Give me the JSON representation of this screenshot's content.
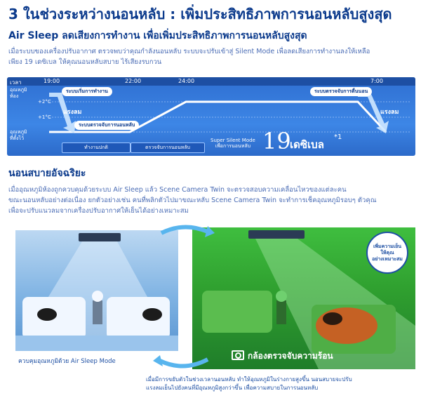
{
  "header": {
    "title": "3 ในช่วงระหว่างนอนหลับ : เพิ่มประสิทธิภาพการนอนหลับสูงสุด",
    "subtitle": "Air Sleep ลดเสียงการทำงาน เพื่อเพิ่มประสิทธิภาพการนอนหลับสูงสุด",
    "paragraph_lines": [
      "เมื่อระบบของเครื่องปรับอากาศ ตรวจพบว่าคุณกำลังนอนหลับ ระบบจะปรับเข้าสู่ Silent Mode เพื่อลดเสียงการทำงานลงให้เหลือ",
      "เพียง 19 เดซิเบล ให้คุณนอนหลับสบาย ไร้เสียงรบกวน"
    ]
  },
  "timeline": {
    "time_header": "เวลา",
    "times": [
      "19:00",
      "22:00",
      "24:00",
      "7:00"
    ],
    "axis_top": [
      "อุณหภูมิ",
      "ห้อง"
    ],
    "axis_bottom": [
      "อุณหภูมิ",
      "ที่ตั้งไว้"
    ],
    "temp_plus2": "+2°C",
    "temp_plus1": "+1°C",
    "bubbles": {
      "start": "ระบบเริ่มการทำงาน",
      "sleep_detect": "ระบบตรวจจับการนอนหลับ",
      "wake_detect": "ระบบตรวจจับการตื่นนอน"
    },
    "stage_left": "แรงลม",
    "stage_right": "แรงลม",
    "modes": [
      "ทำงานปกติ",
      "ตรวจจับการนอนหลับ"
    ],
    "super_silent": [
      "Super Silent Mode",
      "เพื่อการนอนหลับ"
    ],
    "db_value": "19",
    "db_unit": "เดซิเบล",
    "db_note": "*1"
  },
  "section2": {
    "heading": "นอนสบายอัจฉริยะ",
    "paragraph_lines": [
      "เมื่ออุณหภูมิห้องถูกควบคุมด้วยระบบ Air Sleep แล้ว Scene Camera Twin จะตรวจสอบความเคลื่อนไหวของแต่ละคน",
      "ขณะนอนหลับอย่างต่อเนื่อง ยกตัวอย่างเช่น คนที่พลิกตัวไปมาขณะหลับ Scene Camera Twin จะทำการเช็คอุณหภูมิรอบๆ ตัวคุณ",
      "เพื่อจะปรับแนวลมจากเครื่องปรับอากาศให้เย็นได้อย่างเหมาะสม"
    ]
  },
  "illustration": {
    "left_caption": "ควบคุมอุณหภูมิด้วย Air Sleep Mode",
    "camera_label": "กล้องตรวจจับความร้อน",
    "badge_lines": [
      "เพิ่มความเย็น",
      "ให้คุณ",
      "อย่างเหมาะสม"
    ],
    "bottom_caption": [
      "เมื่อมีการขยับตัวในช่วงเวลานอนหลับ ทำให้อุณหภูมิในร่างกายสูงขึ้น นอนสบายจะปรับ",
      "แรงลมเย็นไปยังคนที่มีอุณหภูมิสูงกว่าขึ้น เพื่อความสบายในการนอนหลับ"
    ]
  },
  "colors": {
    "title": "#0b3a8c",
    "body_text": "#4a6cb5",
    "timeline_bg": "#3d86e6",
    "heat_zone": "#d9541e",
    "cool_room": "#7fb3e3"
  }
}
